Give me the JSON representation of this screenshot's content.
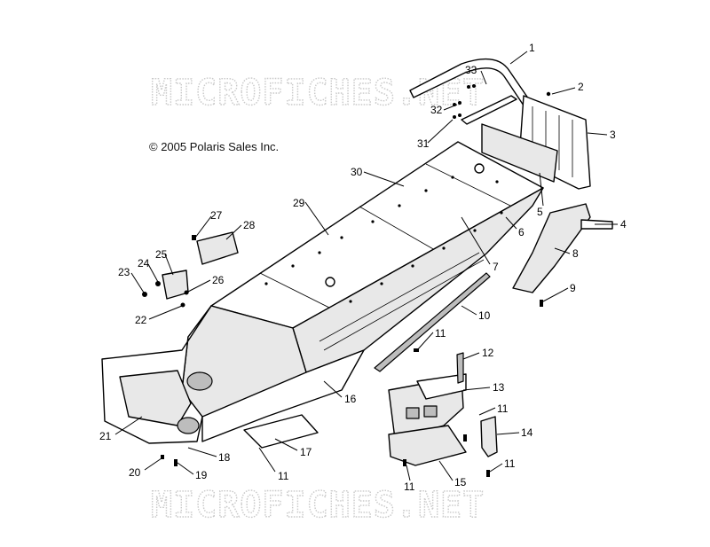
{
  "watermark": "MICROFICHES.NET",
  "copyright": "© 2005 Polaris Sales Inc.",
  "callouts": [
    "1",
    "2",
    "3",
    "4",
    "5",
    "6",
    "7",
    "8",
    "9",
    "10",
    "11",
    "12",
    "13",
    "11",
    "14",
    "11",
    "15",
    "11",
    "11",
    "16",
    "17",
    "18",
    "19",
    "20",
    "21",
    "22",
    "23",
    "24",
    "25",
    "26",
    "27",
    "28",
    "29",
    "30",
    "31",
    "32",
    "33"
  ]
}
